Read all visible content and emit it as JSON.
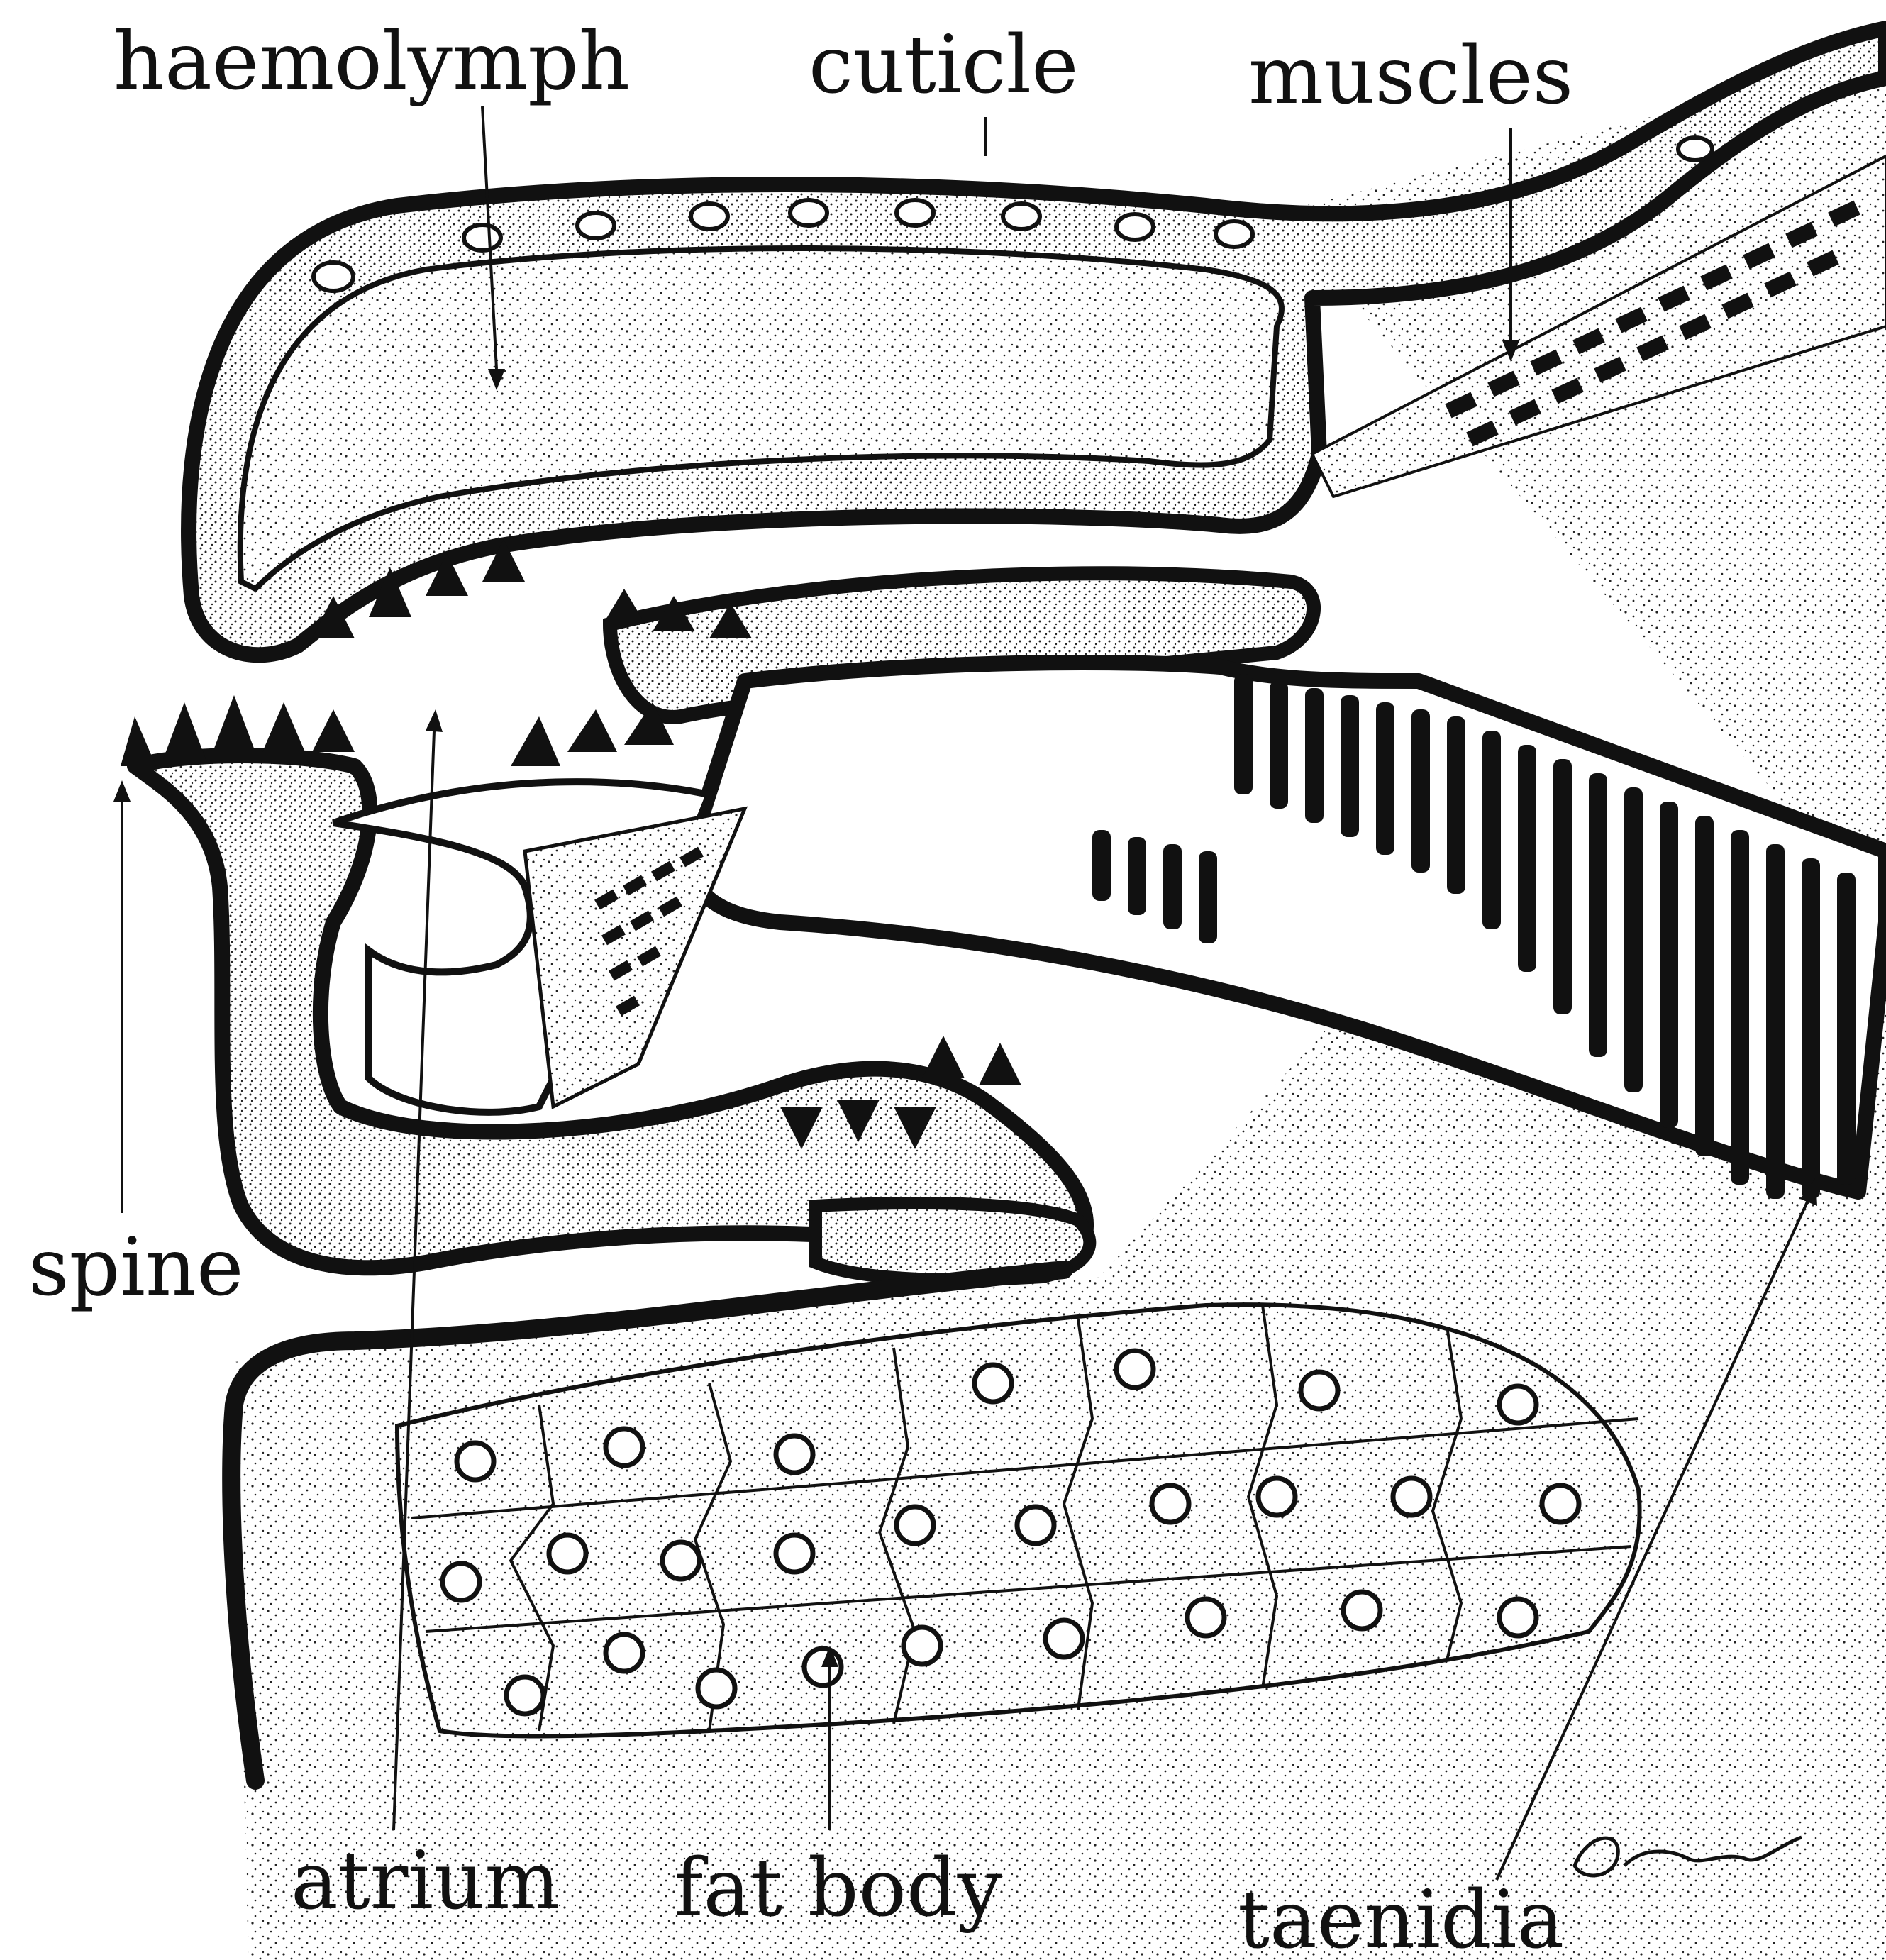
{
  "diagram": {
    "labels": {
      "haemolymph": "haemolymph",
      "cuticle": "cuticle",
      "muscles": "muscles",
      "spine": "spine",
      "atrium": "atrium",
      "fat_body": "fat body",
      "taenidia": "taenidia"
    },
    "signature": "D. Lacamby",
    "colors": {
      "ink": "#111111",
      "paper": "#ffffff"
    }
  }
}
